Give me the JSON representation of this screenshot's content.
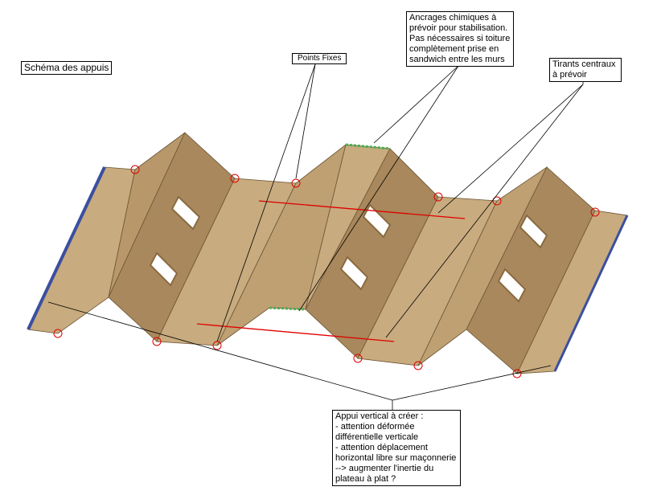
{
  "title": "Schéma des appuis",
  "callouts": {
    "points_fixes": "Points Fixes",
    "ancrages": "Ancrages chimiques à\nprévoir pour stabilisation.\nPas nécessaires si toiture\ncomplètement prise en\nsandwich entre les murs",
    "tirants": "Tirants centraux\nà prévoir",
    "appui": "Appui vertical à créer :\n- attention déformée\ndifférentielle verticale\n- attention déplacement\nhorizontal libre sur maçonnerie\n--> augmenter l'inertie du\nplateau à plat ?"
  },
  "colors": {
    "wood_light": "#c8ab7e",
    "wood_mid": "#b39366",
    "wood_dark": "#9c7c52",
    "support_line": "#e00000",
    "edge_blue": "#3a4fa0",
    "anchor_green": "#4caf50"
  }
}
